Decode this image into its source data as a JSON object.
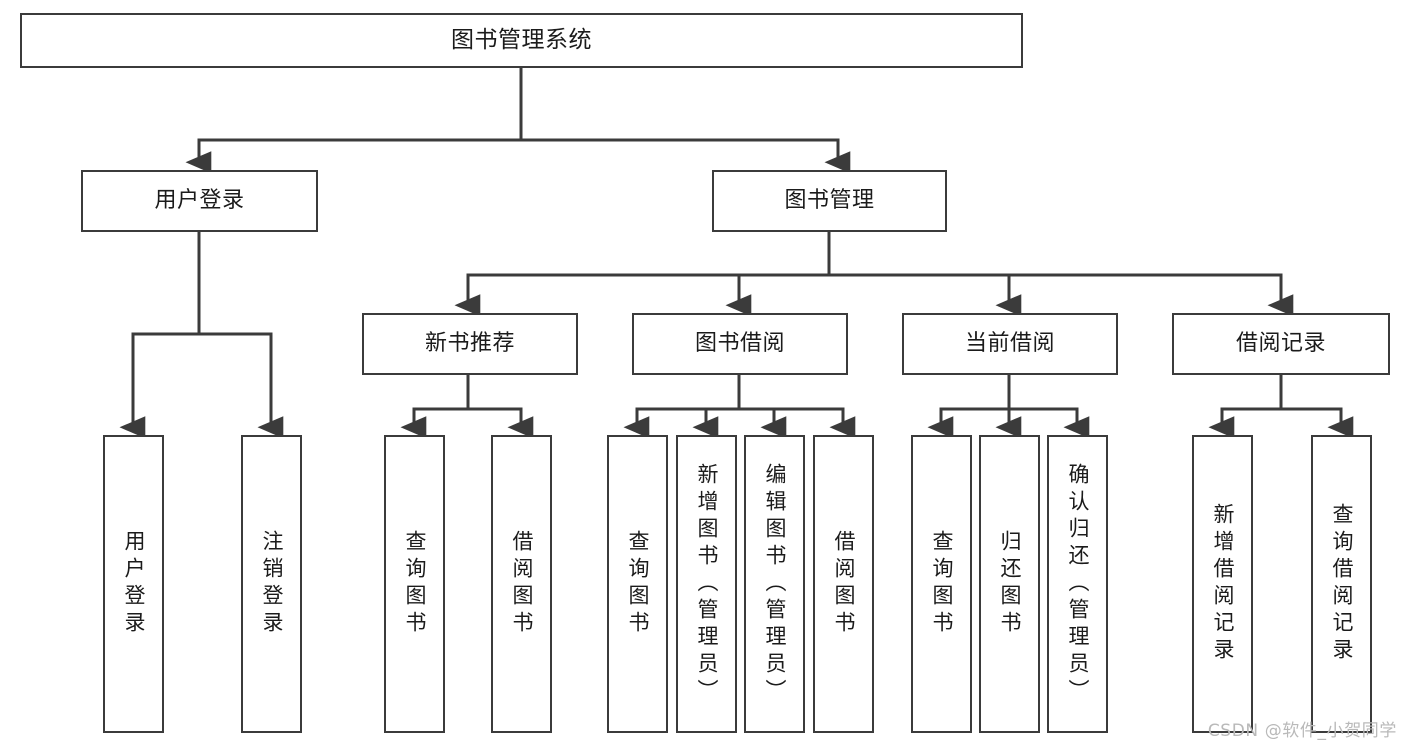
{
  "diagram": {
    "title": "图书管理系统",
    "type": "tree-hierarchy",
    "watermark": "CSDN @软件_小贺同学",
    "colors": {
      "box_border": "#3b3b3b",
      "box_fill": "#ffffff",
      "edge": "#3b3b3b",
      "text": "#1b1b1b",
      "watermark": "#b9b9b9",
      "background": "#ffffff"
    },
    "nodes": {
      "root": {
        "label": "图书管理系统"
      },
      "level2": [
        {
          "id": "user-login",
          "label": "用户登录"
        },
        {
          "id": "book-management",
          "label": "图书管理"
        }
      ],
      "level3": [
        {
          "id": "new-book-recommend",
          "label": "新书推荐"
        },
        {
          "id": "book-borrow",
          "label": "图书借阅"
        },
        {
          "id": "current-borrow",
          "label": "当前借阅"
        },
        {
          "id": "borrow-record",
          "label": "借阅记录"
        }
      ],
      "leaves": {
        "user-login": [
          {
            "id": "leaf-user-login",
            "label": "用户登录"
          },
          {
            "id": "leaf-logout-login",
            "label": "注销登录"
          }
        ],
        "new-book-recommend": [
          {
            "id": "leaf-query-book-1",
            "label": "查询图书"
          },
          {
            "id": "leaf-borrow-book-1",
            "label": "借阅图书"
          }
        ],
        "book-borrow": [
          {
            "id": "leaf-query-book-2",
            "label": "查询图书"
          },
          {
            "id": "leaf-add-book",
            "label": "新增图书（管理员）"
          },
          {
            "id": "leaf-edit-book",
            "label": "编辑图书（管理员）"
          },
          {
            "id": "leaf-borrow-book-2",
            "label": "借阅图书"
          }
        ],
        "current-borrow": [
          {
            "id": "leaf-query-book-3",
            "label": "查询图书"
          },
          {
            "id": "leaf-return-book",
            "label": "归还图书"
          },
          {
            "id": "leaf-confirm-return",
            "label": "确认归还（管理员）"
          }
        ],
        "borrow-record": [
          {
            "id": "leaf-add-record",
            "label": "新增借阅记录"
          },
          {
            "id": "leaf-query-record",
            "label": "查询借阅记录"
          }
        ]
      }
    }
  }
}
